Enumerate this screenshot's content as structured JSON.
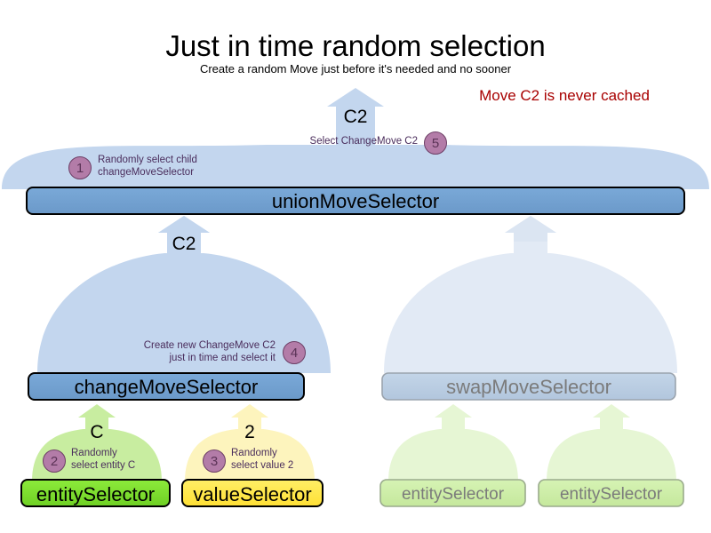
{
  "header": {
    "title": "Just in time random selection",
    "subtitle": "Create a random Move just before it's needed and no sooner",
    "callout": "Move C2 is never cached"
  },
  "colors": {
    "callout_red": "#a80000",
    "bar_blue": "#6f9fd0",
    "dome_blue": "#c3d6ee",
    "dome_blue_faded": "#e2eaf5",
    "bar_blue_faded": "#b9cde4",
    "entity_green": "#7fe030",
    "entity_green_faded": "#cdeda4",
    "dome_green": "#c8eda0",
    "dome_green_faded": "#e6f6d4",
    "value_yellow": "#ffe74d",
    "dome_yellow": "#fdf4bd",
    "badge_fill": "#b37ca8",
    "badge_stroke": "#6d3f66",
    "note_text": "#4a2d5c",
    "faded_text": "#7b7b7b"
  },
  "nodes": {
    "union": {
      "label": "unionMoveSelector",
      "move_label": "C2"
    },
    "change": {
      "label": "changeMoveSelector",
      "move_label": "C2"
    },
    "swap": {
      "label": "swapMoveSelector"
    },
    "entity_left": {
      "label": "entitySelector",
      "move_label": "C"
    },
    "value_left": {
      "label": "valueSelector",
      "move_label": "2"
    },
    "entity_swap_1": {
      "label": "entitySelector"
    },
    "entity_swap_2": {
      "label": "entitySelector"
    }
  },
  "steps": [
    {
      "number": "1",
      "lines": [
        "Randomly select child",
        "changeMoveSelector"
      ],
      "align": "left"
    },
    {
      "number": "2",
      "lines": [
        "Randomly",
        "select entity C"
      ],
      "align": "left"
    },
    {
      "number": "3",
      "lines": [
        "Randomly",
        "select value 2"
      ],
      "align": "left"
    },
    {
      "number": "4",
      "lines": [
        "Create new ChangeMove C2",
        "just in time and select it"
      ],
      "align": "right"
    },
    {
      "number": "5",
      "lines": [
        "Select ChangeMove C2"
      ],
      "align": "right"
    }
  ]
}
